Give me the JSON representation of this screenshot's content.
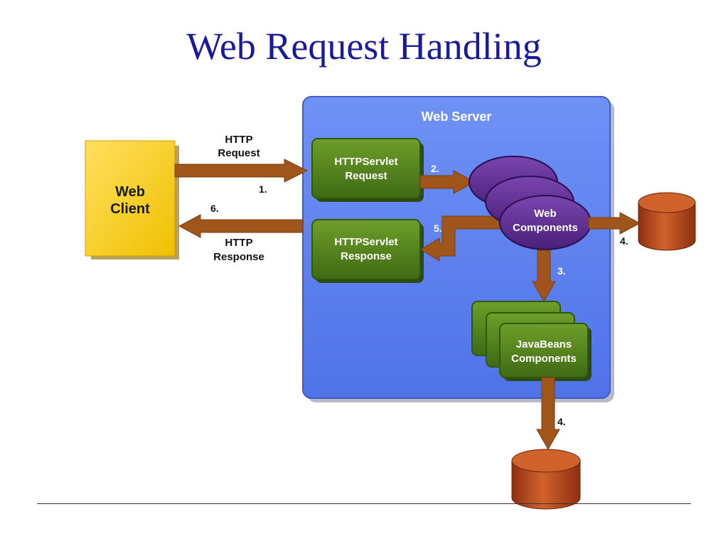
{
  "title": "Web Request Handling",
  "diagram": {
    "web_server_label": "Web Server",
    "web_client_label": [
      "Web",
      "Client"
    ],
    "http_request_label": [
      "HTTP",
      "Request"
    ],
    "http_response_label": [
      "HTTP",
      "Response"
    ],
    "servlet_request_label": [
      "HTTPServlet",
      "Request"
    ],
    "servlet_response_label": [
      "HTTPServlet",
      "Response"
    ],
    "web_components_label": [
      "Web",
      "Components"
    ],
    "javabeans_label": [
      "JavaBeans",
      "Components"
    ],
    "steps": {
      "s1": "1.",
      "s2": "2.",
      "s3": "3.",
      "s4a": "4.",
      "s4b": "4.",
      "s5": "5.",
      "s6": "6."
    }
  },
  "colors": {
    "title": "#1a1a9c",
    "server_bg": "#5a7ff0",
    "client_bg": "#f8cc10",
    "component_green": "#4f7d1c",
    "web_component_purple": "#5a2a8c",
    "arrow_brown": "#a0561a",
    "database_red": "#b8461c"
  }
}
